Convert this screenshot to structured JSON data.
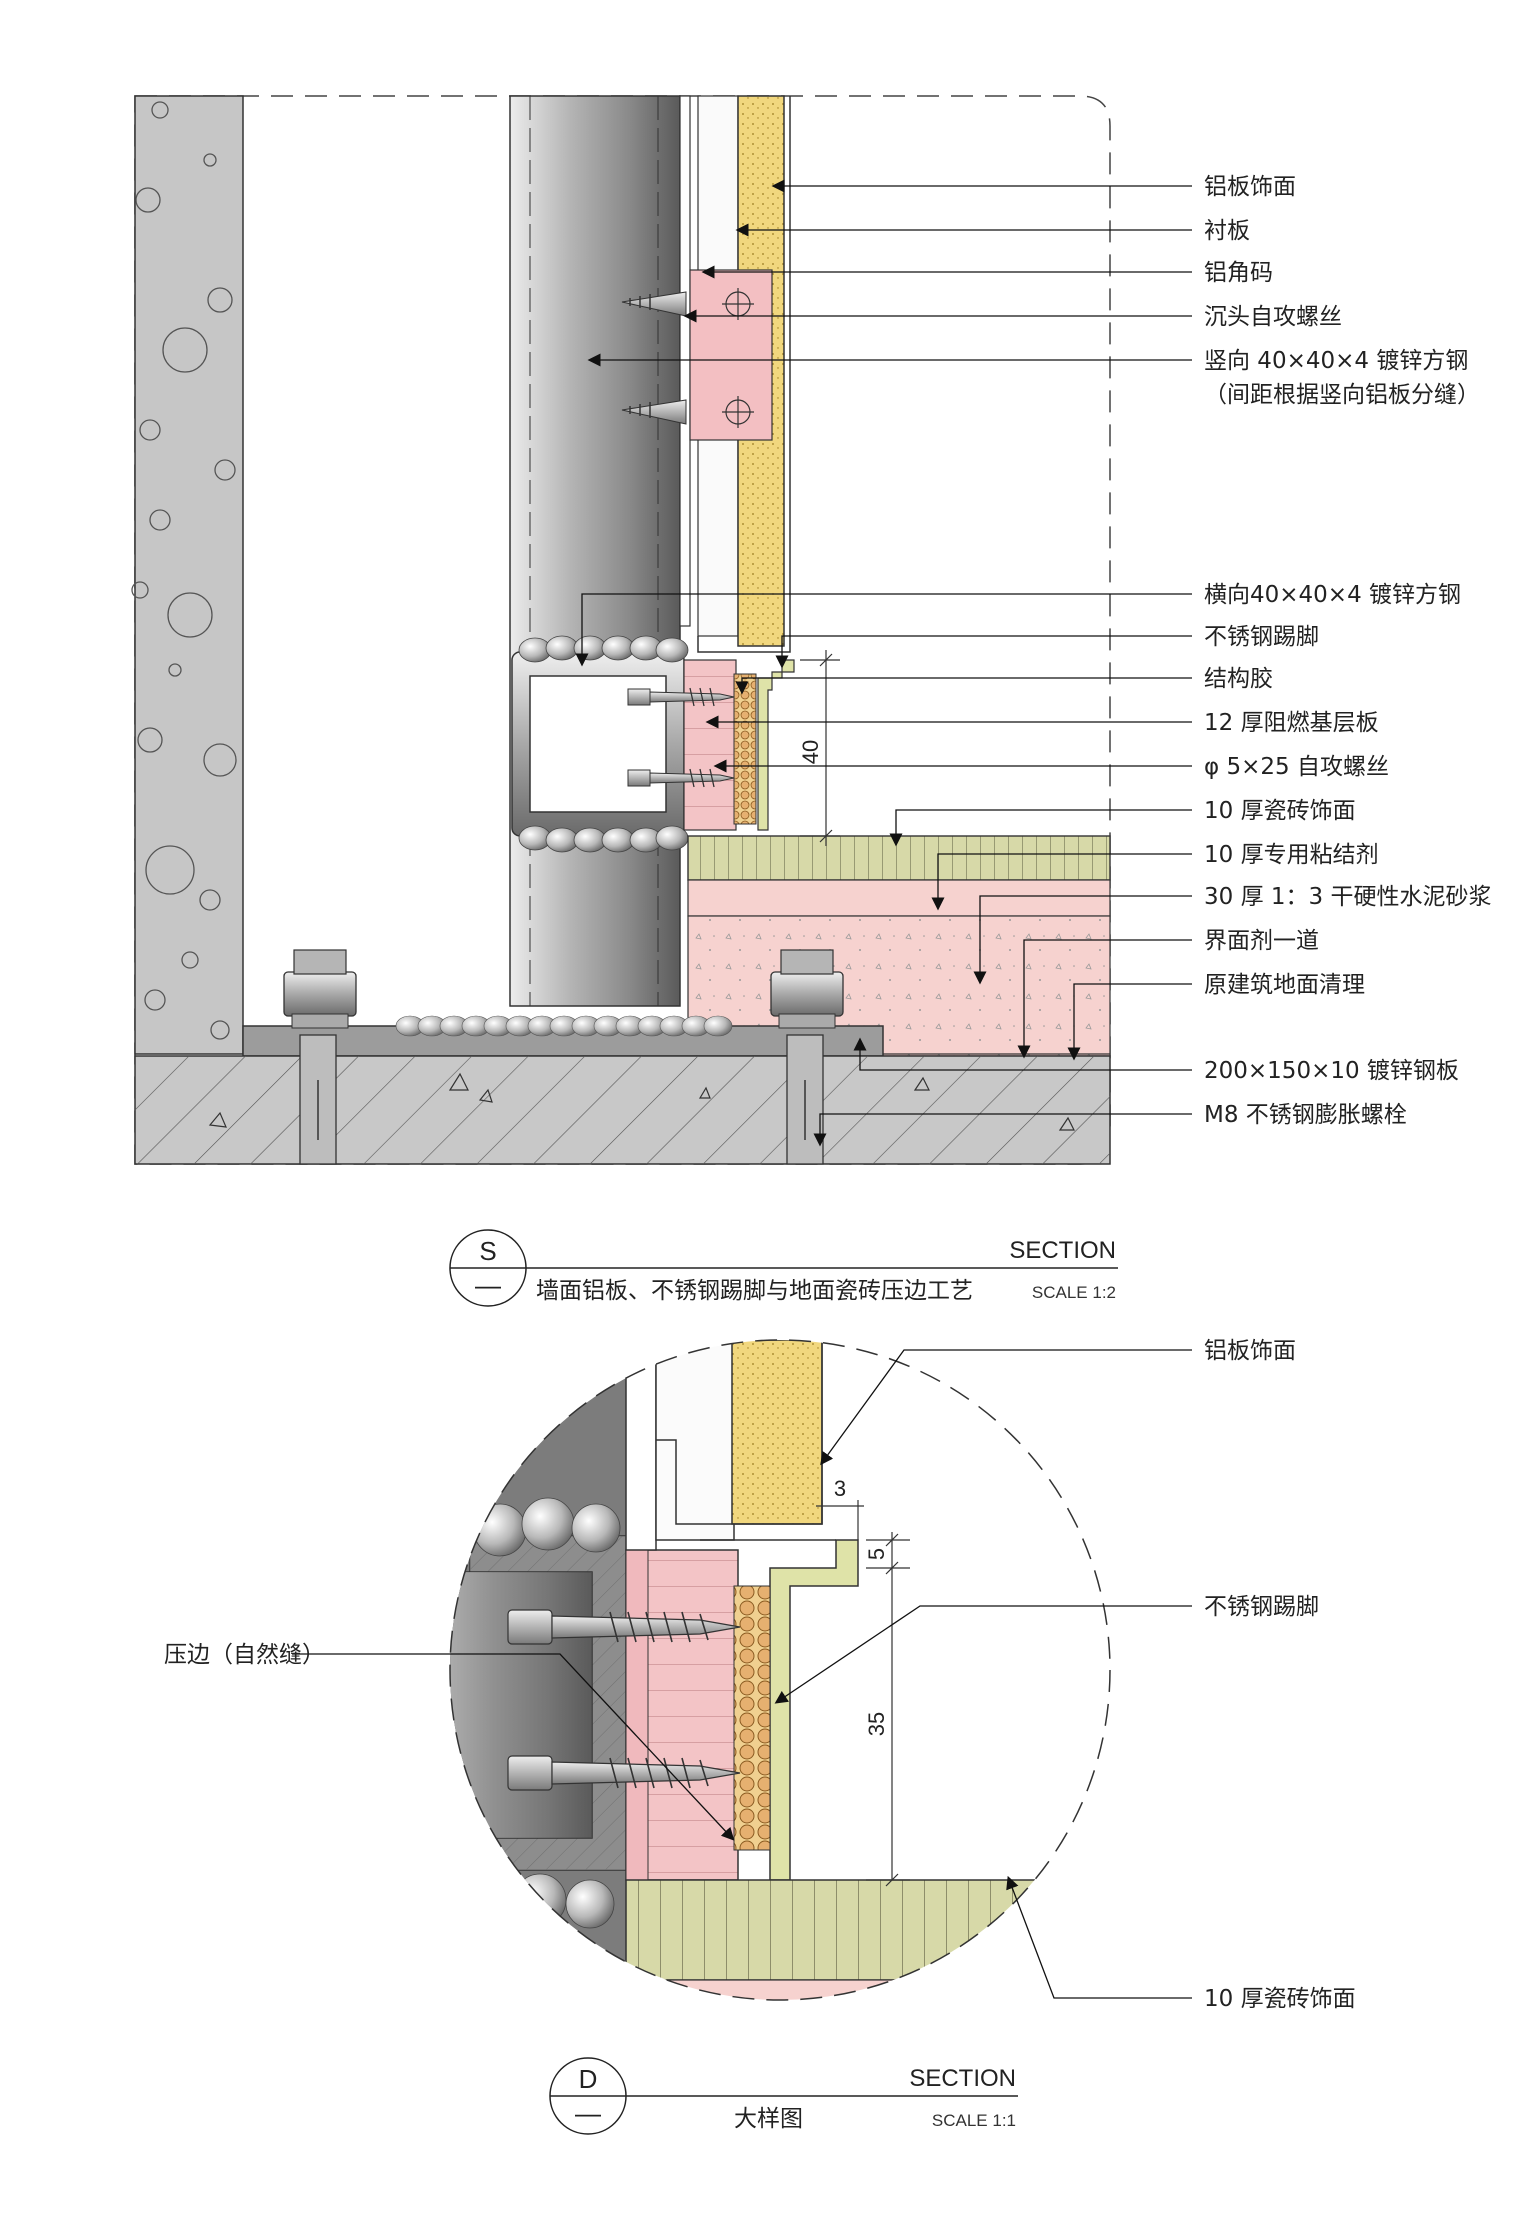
{
  "top": {
    "labels": [
      "铝板饰面",
      "衬板",
      "铝角码",
      "沉头自攻螺丝",
      "竖向 40×40×4 镀锌方钢",
      "（间距根据竖向铝板分缝）",
      "横向40×40×4 镀锌方钢",
      "不锈钢踢脚",
      "结构胶",
      "12 厚阻燃基层板",
      "φ 5×25 自攻螺丝",
      "10 厚瓷砖饰面",
      "10 厚专用粘结剂",
      "30 厚 1：3 干硬性水泥砂浆",
      "界面剂一道",
      "原建筑地面清理",
      "200×150×10 镀锌钢板",
      "M8 不锈钢膨胀螺栓"
    ],
    "dimension": "40",
    "title_block": {
      "mark_top": "S",
      "mark_bottom": "—",
      "section": "SECTION",
      "title": "墙面铝板、不锈钢踢脚与地面瓷砖压边工艺",
      "scale": "SCALE 1:2"
    }
  },
  "detail": {
    "labels": {
      "aluminum": "铝板饰面",
      "baseboard": "不锈钢踢脚",
      "edge": "压边（自然缝）",
      "tile": "10 厚瓷砖饰面"
    },
    "dimensions": {
      "gap": "3",
      "lip": "5",
      "height": "35"
    },
    "title_block": {
      "mark_top": "D",
      "mark_bottom": "—",
      "section": "SECTION",
      "title": "大样图",
      "scale": "SCALE 1:1"
    }
  },
  "colors": {
    "concrete": "#c8c8c8",
    "steel": "#9a9a9a",
    "tile": "#d7d9a8",
    "mortar": "#f6d2cf",
    "board": "#f3c4c6",
    "aluminum": "#f1d77e",
    "glue": "#e9c08a"
  }
}
